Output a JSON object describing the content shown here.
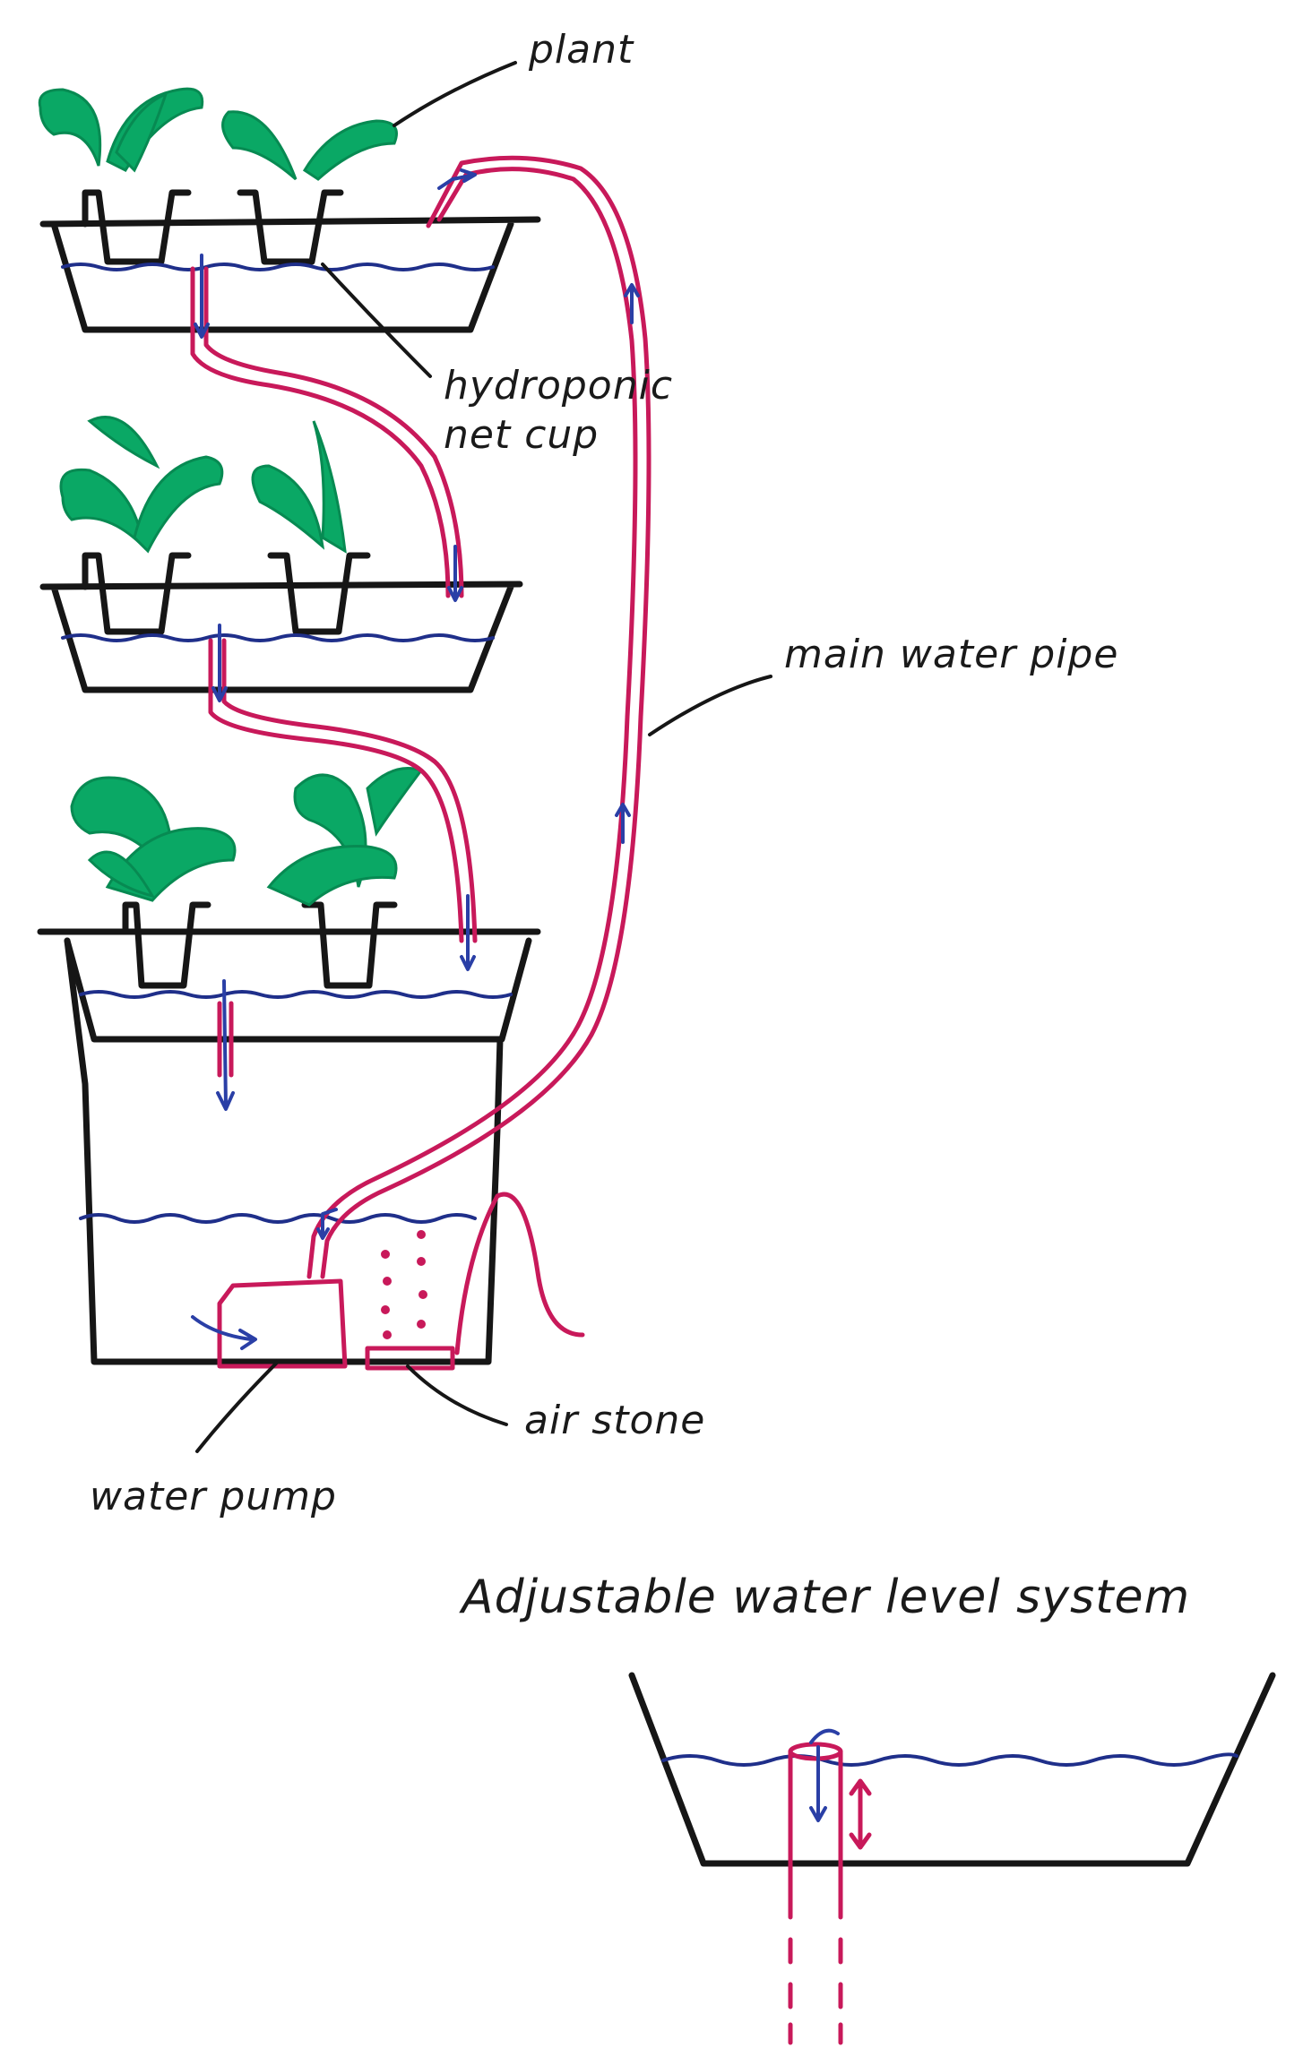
{
  "labels": {
    "plant": "plant",
    "net_cup_line1": "hydroponic",
    "net_cup_line2": "net cup",
    "main_pipe": "main water pipe",
    "air_stone": "air stone",
    "water_pump": "water pump"
  },
  "inset": {
    "title": "Adjustable water level system"
  },
  "colors": {
    "plant": "#0aa865",
    "pipe": "#c8195a",
    "water": "#1f2f8a",
    "outline": "#161616"
  }
}
